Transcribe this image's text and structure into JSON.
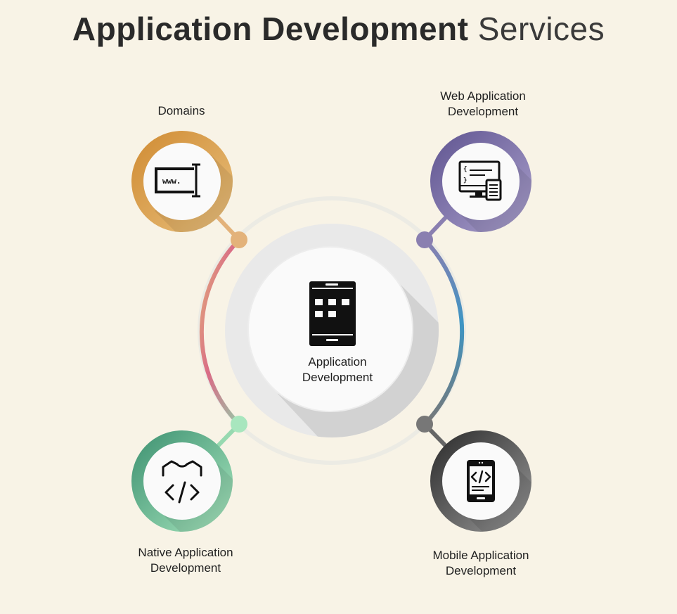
{
  "title": {
    "bold": "Application Development",
    "light": "Services"
  },
  "center": {
    "line1": "Application",
    "line2": "Development",
    "icon": "app-grid-icon"
  },
  "nodes": {
    "domains": {
      "line1": "Domains",
      "line2": "",
      "icon": "www-domain-icon",
      "color": "#d9a04f"
    },
    "web": {
      "line1": "Web Application",
      "line2": "Development",
      "icon": "web-dev-icon",
      "color": "#8a7fb0"
    },
    "native": {
      "line1": "Native Application",
      "line2": "Development",
      "icon": "native-code-icon",
      "color": "#6cc29a"
    },
    "mobile": {
      "line1": "Mobile Application",
      "line2": "Development",
      "icon": "mobile-code-icon",
      "color": "#5a5a5a"
    }
  }
}
